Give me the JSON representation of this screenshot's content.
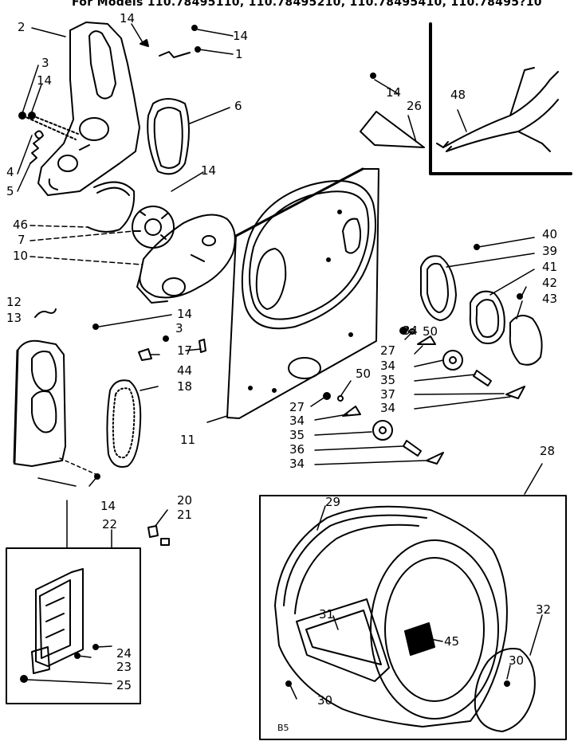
{
  "header": {
    "models_text": "For Models 110.78495110, 110.78495210, 110.78495410, 110.78495?10"
  },
  "callouts": {
    "n1": "1",
    "n2": "2",
    "n3a": "3",
    "n3b": "3",
    "n4": "4",
    "n5": "5",
    "n6": "6",
    "n7": "7",
    "n10": "10",
    "n11": "11",
    "n12": "12",
    "n13": "13",
    "n14a": "14",
    "n14b": "14",
    "n14c": "14",
    "n14d": "14",
    "n14e": "14",
    "n14f": "14",
    "n14g": "14",
    "n17": "17",
    "n18": "18",
    "n20": "20",
    "n21": "21",
    "n22": "22",
    "n23": "23",
    "n24": "24",
    "n25": "25",
    "n26": "26",
    "n27a": "27",
    "n27b": "27",
    "n28": "28",
    "n29": "29",
    "n30a": "30",
    "n30b": "30",
    "n31": "31",
    "n32": "32",
    "n34a": "34",
    "n34b": "34",
    "n34c": "34",
    "n34d": "34",
    "n34e": "34",
    "n35a": "35",
    "n35b": "35",
    "n36": "36",
    "n37": "37",
    "n39": "39",
    "n40": "40",
    "n41": "41",
    "n42": "42",
    "n43": "43",
    "n44": "44",
    "n45": "45",
    "n46": "46",
    "n48": "48",
    "n50a": "50",
    "n50b": "50"
  },
  "footer": {
    "code": "B5"
  }
}
